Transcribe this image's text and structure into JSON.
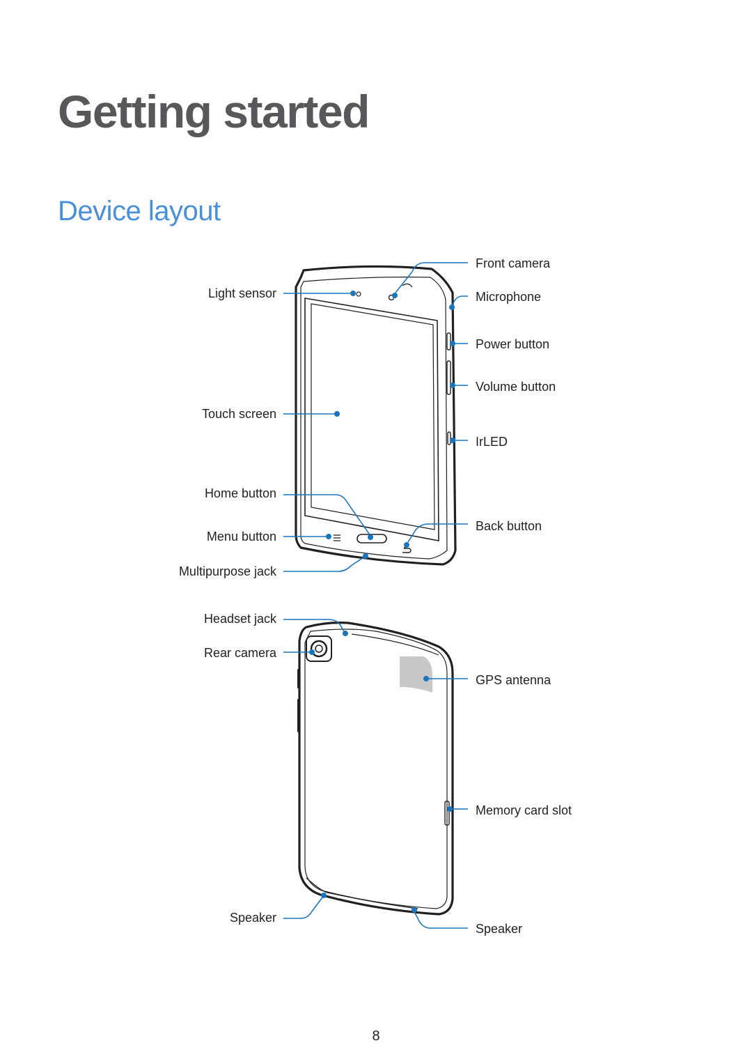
{
  "heading": {
    "title": "Getting started",
    "subtitle": "Device layout"
  },
  "front_labels": {
    "front_camera": "Front camera",
    "light_sensor": "Light sensor",
    "microphone": "Microphone",
    "power_button": "Power button",
    "volume_button": "Volume button",
    "touch_screen": "Touch screen",
    "irled": "IrLED",
    "home_button": "Home button",
    "back_button": "Back button",
    "menu_button": "Menu button",
    "multipurpose_jack": "Multipurpose jack"
  },
  "back_labels": {
    "headset_jack": "Headset jack",
    "rear_camera": "Rear camera",
    "gps_antenna": "GPS antenna",
    "memory_card_slot": "Memory card slot",
    "speaker_left": "Speaker",
    "speaker_right": "Speaker"
  },
  "footer": {
    "page_number": "8"
  },
  "colors": {
    "accent": "#4a90d9",
    "leader": "#1a75bc",
    "title": "#58585a",
    "text": "#231f20"
  }
}
